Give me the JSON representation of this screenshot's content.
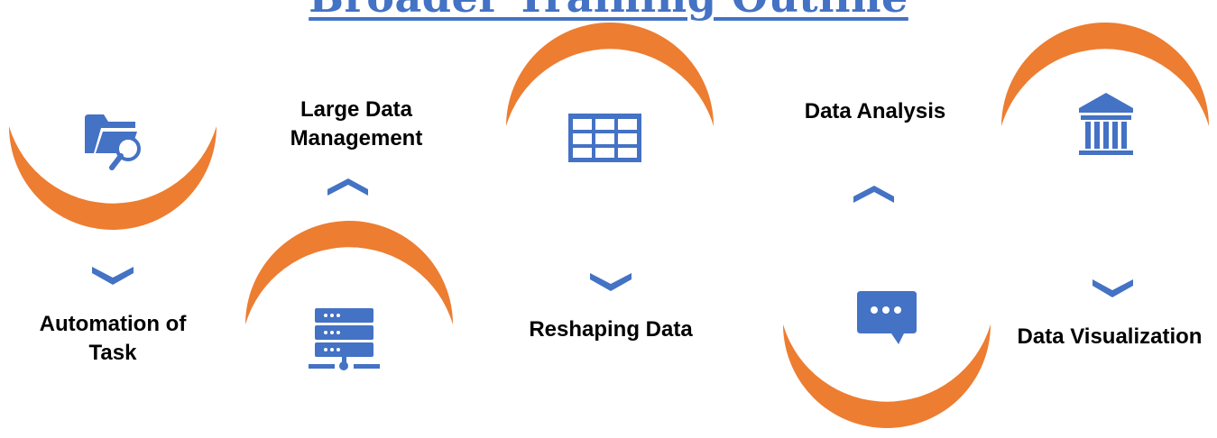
{
  "title": "Broader Training Outline",
  "colors": {
    "arc": "#ED7D31",
    "icon": "#4472C4",
    "title": "#4472C4",
    "text": "#000000"
  },
  "steps": [
    {
      "label": "Automation of Task",
      "icon": "folder-search-icon"
    },
    {
      "label": "Large Data Management",
      "icon": "server-icon"
    },
    {
      "label": "Reshaping Data",
      "icon": "table-icon"
    },
    {
      "label": "Data Analysis",
      "icon": "chat-bubble-icon"
    },
    {
      "label": "Data Visualization",
      "icon": "bank-building-icon"
    }
  ]
}
